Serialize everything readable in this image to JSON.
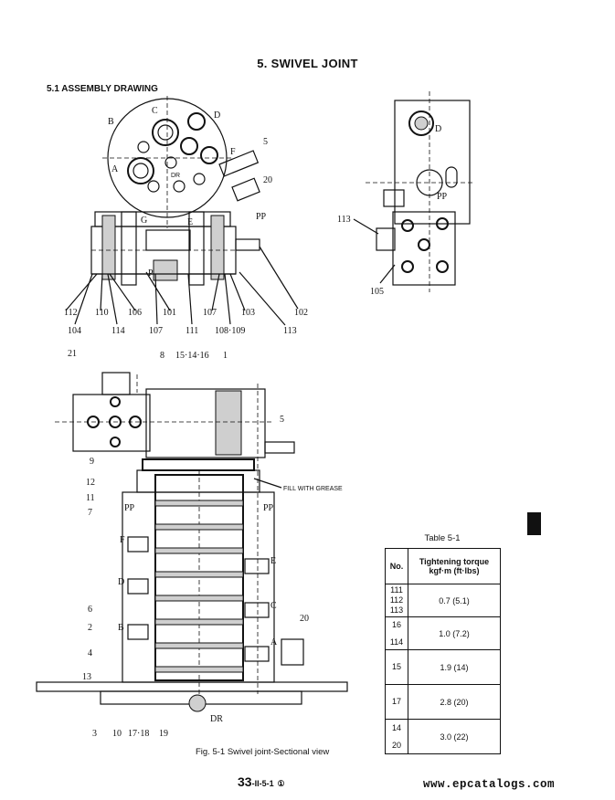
{
  "page": {
    "title": "5. SWIVEL JOINT",
    "section": "5.1 ASSEMBLY DRAWING",
    "figure_caption": "Fig. 5-1 Swivel joint-Sectional view",
    "page_number_main": "33",
    "page_number_suffix": "-II-5-1",
    "page_number_circled": "①",
    "watermark": "www.epcatalogs.com"
  },
  "drawing_labels": {
    "top_view": [
      "B",
      "C",
      "D",
      "A",
      "F",
      "DR",
      "5",
      "20",
      "PP",
      "G",
      "E",
      "P"
    ],
    "top_callouts": [
      "112",
      "110",
      "106",
      "101",
      "107",
      "103",
      "102",
      "104",
      "114",
      "107",
      "111",
      "108·109",
      "113"
    ],
    "side_view": [
      "D",
      "PP",
      "113",
      "105"
    ],
    "section_view": [
      "21",
      "8",
      "15·14·16",
      "1",
      "5",
      "9",
      "12",
      "11",
      "7",
      "PP",
      "PP",
      "F",
      "E",
      "D",
      "C",
      "6",
      "2",
      "B",
      "20",
      "A",
      "4",
      "13",
      "3",
      "10",
      "17·18",
      "19",
      "DR"
    ],
    "grease_note": "FILL WITH GREASE"
  },
  "table": {
    "caption": "Table 5-1",
    "header_no": "No.",
    "header_torque_line1": "Tightening torque",
    "header_torque_line2": "kgf·m (ft·lbs)",
    "rows": [
      {
        "no": [
          "111",
          "112",
          "113"
        ],
        "torque": "0.7 (5.1)"
      },
      {
        "no": [
          "16",
          "114"
        ],
        "torque": "1.0 (7.2)"
      },
      {
        "no": [
          "15"
        ],
        "torque": "1.9 (14)"
      },
      {
        "no": [
          "17"
        ],
        "torque": "2.8 (20)"
      },
      {
        "no": [
          "14",
          "20"
        ],
        "torque": "3.0 (22)"
      }
    ]
  }
}
